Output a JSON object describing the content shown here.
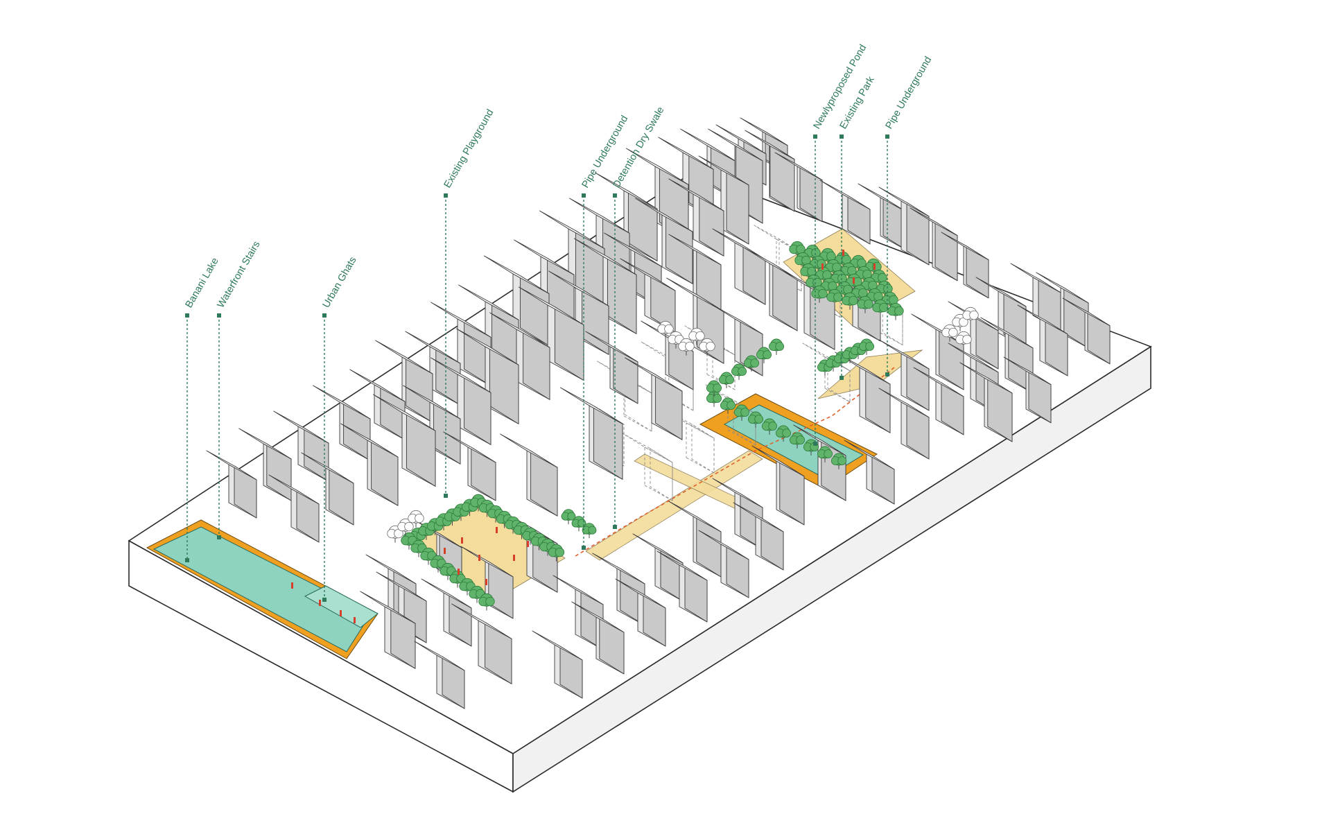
{
  "labels": [
    {
      "id": "banani-lake",
      "text": "Banani Lake"
    },
    {
      "id": "waterfront-stairs",
      "text": "Waterfront Stairs"
    },
    {
      "id": "urban-ghats",
      "text": "Urban Ghats"
    },
    {
      "id": "existing-playground",
      "text": "Existing Playground"
    },
    {
      "id": "pipe-underground-1",
      "text": "Pipe Underground"
    },
    {
      "id": "detention-dry-swale",
      "text": "Detention Dry Swale"
    },
    {
      "id": "newly-proposed-pond",
      "text": "Newlyproposed Pond"
    },
    {
      "id": "existing-park",
      "text": "Existing Park"
    },
    {
      "id": "pipe-underground-2",
      "text": "Pipe Underground"
    }
  ],
  "colors": {
    "label_green": "#2f7a5a",
    "water": "#8ed3bf",
    "edge_orange": "#f0a020",
    "ground_sand": "#f3dc9c",
    "tree_green": "#5fb36a",
    "people_red": "#d6402a",
    "pipe_orange": "#e0602a",
    "building_top": "#fbfbfb",
    "building_left": "#e6e6e6",
    "building_right": "#c9c9c9"
  }
}
